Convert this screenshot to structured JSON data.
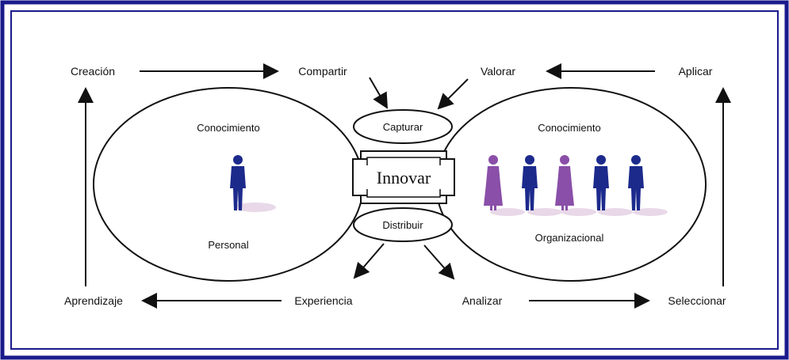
{
  "labels": {
    "top_left": "Creación",
    "top_mid_left": "Compartir",
    "top_mid_right": "Valorar",
    "top_right": "Aplicar",
    "bottom_left": "Aprendizaje",
    "bottom_mid_left": "Experiencia",
    "bottom_mid_right": "Analizar",
    "bottom_right": "Seleccionar"
  },
  "left_circle": {
    "heading": "Conocimiento",
    "caption": "Personal"
  },
  "right_circle": {
    "heading": "Conocimiento",
    "caption": "Organizacional"
  },
  "center": {
    "top": "Capturar",
    "main": "Innovar",
    "bottom": "Distribuir"
  },
  "colors": {
    "frame": "#1a1a8c",
    "male_figure": "#1c2a8c",
    "female_figure": "#8a4fa8",
    "line": "#111111"
  }
}
